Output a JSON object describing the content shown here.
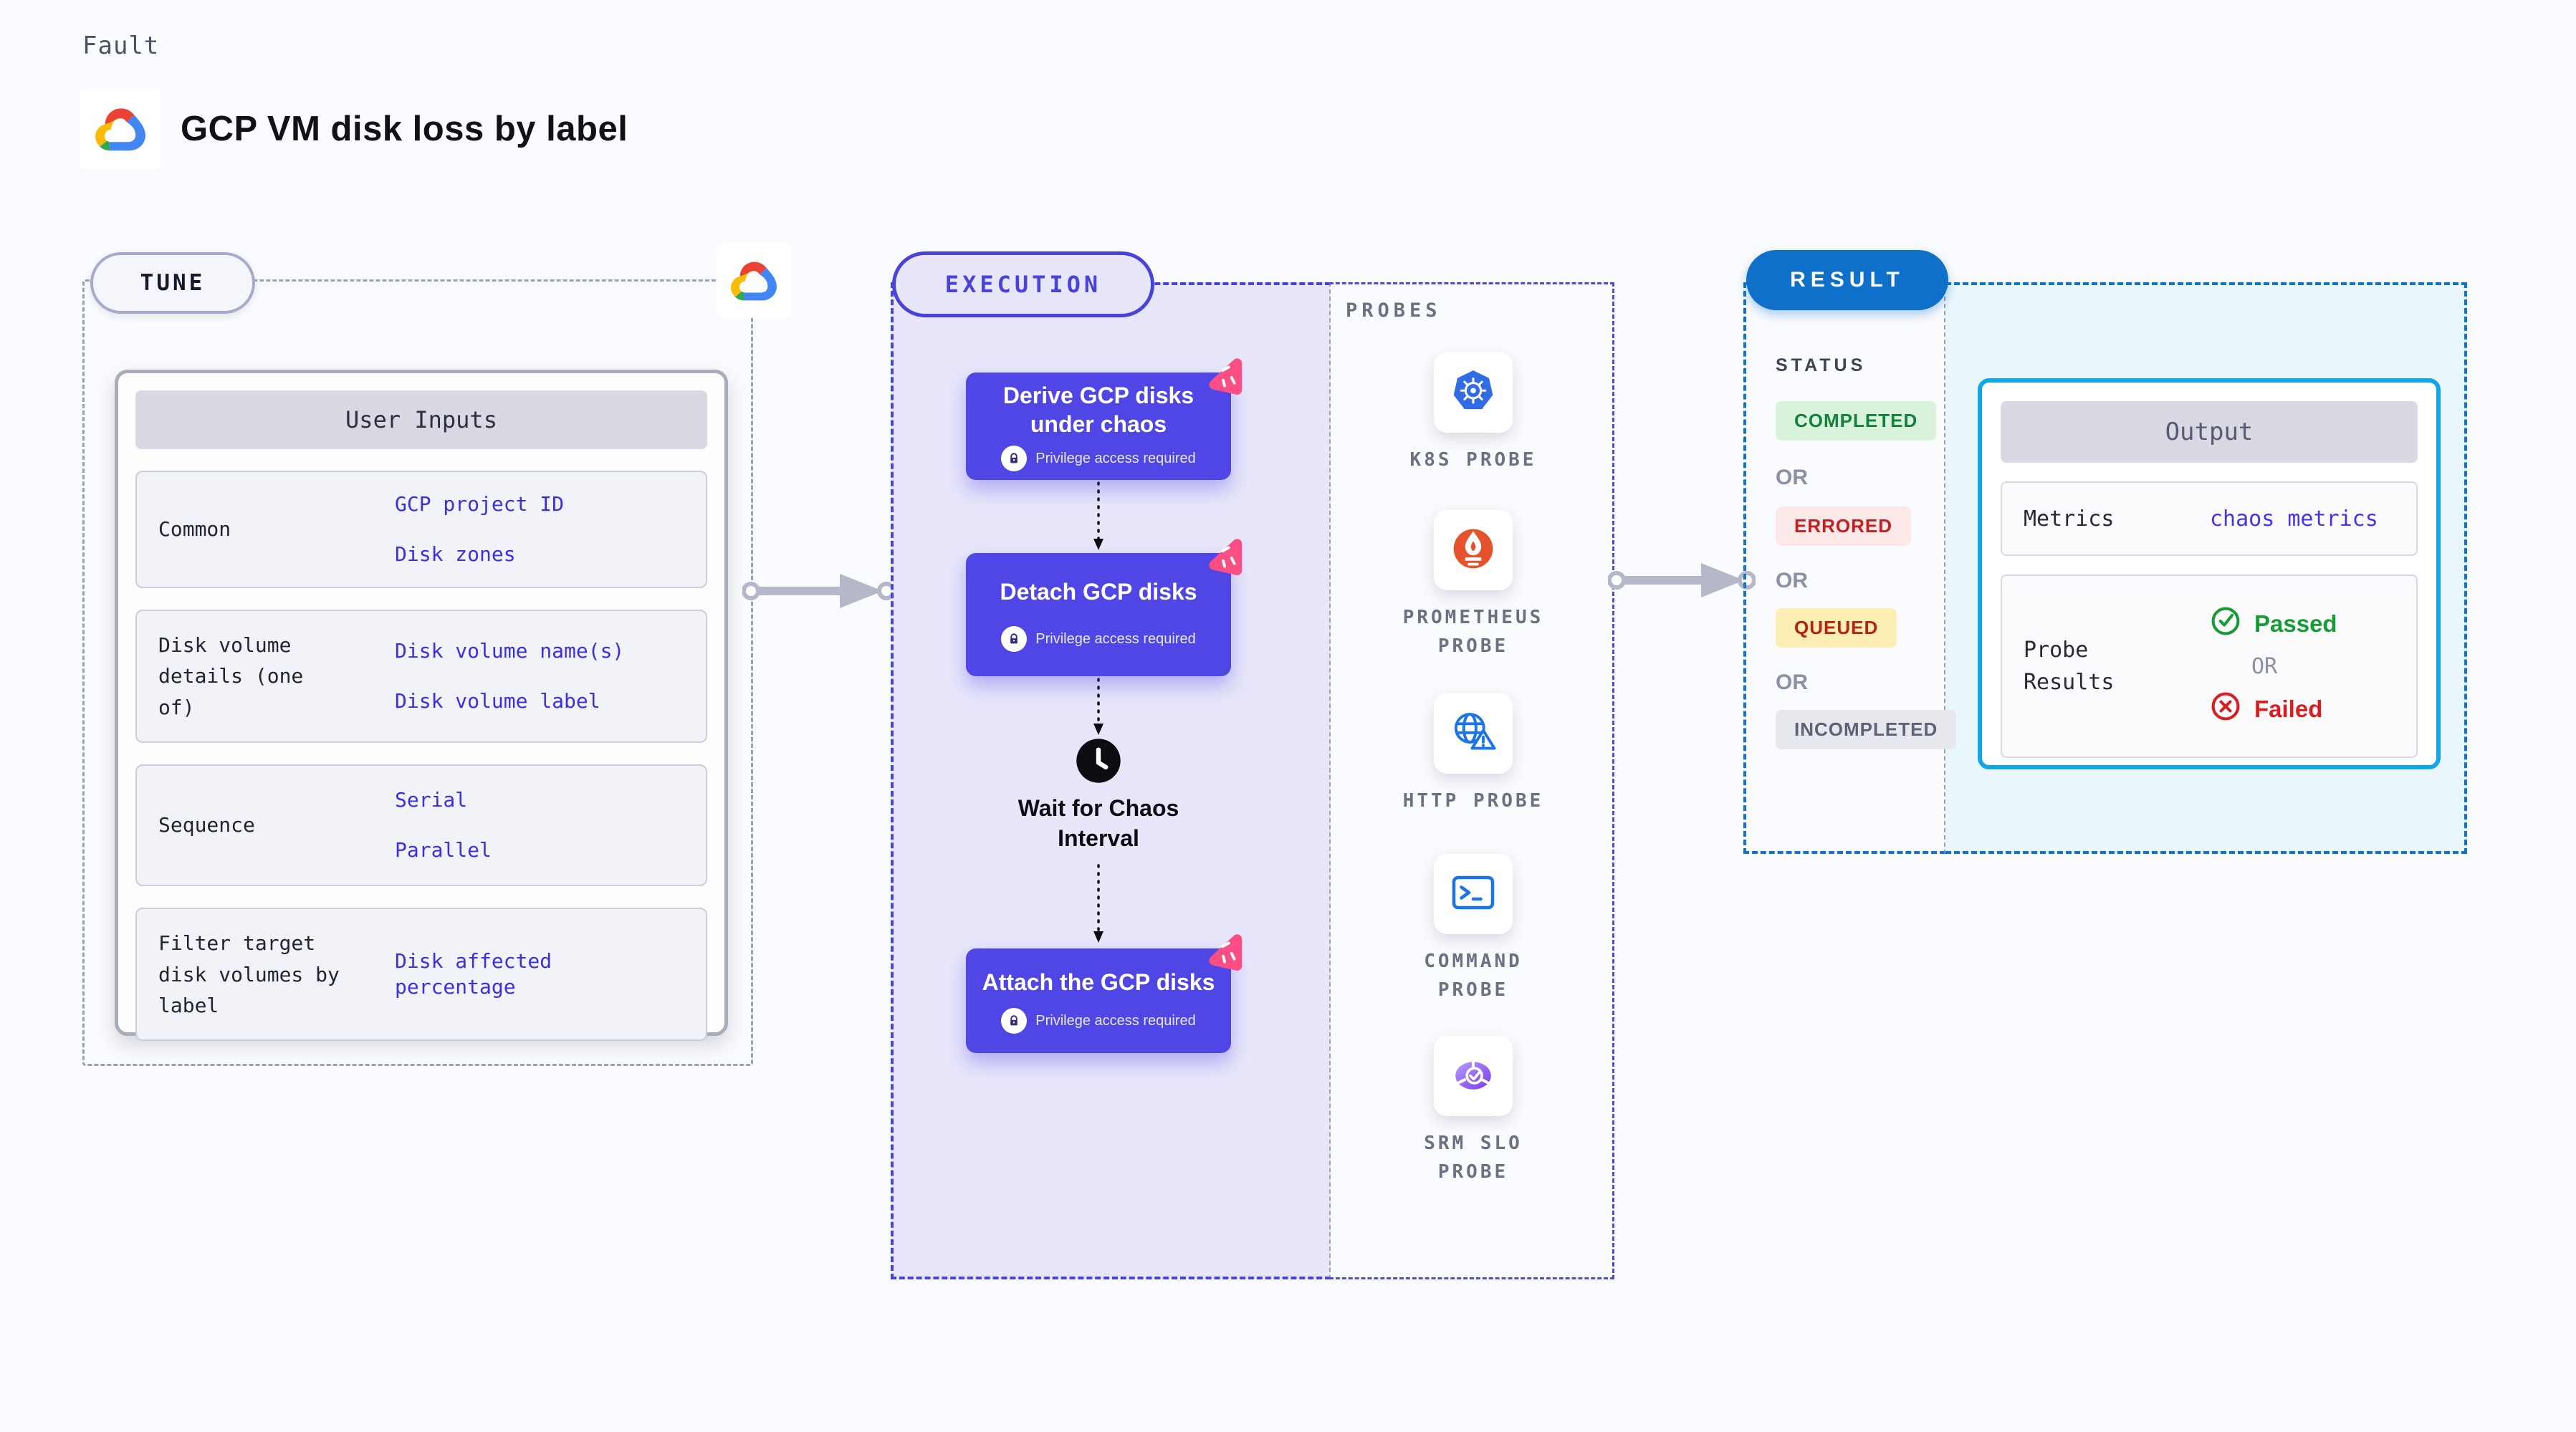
{
  "page": {
    "kind_label": "Fault",
    "title": "GCP VM disk loss by label"
  },
  "tune": {
    "badge": "TUNE",
    "table": {
      "header": "User Inputs",
      "rows": [
        {
          "label": "Common",
          "values": [
            "GCP project ID",
            "Disk zones"
          ]
        },
        {
          "label": "Disk volume details (one of)",
          "values": [
            "Disk volume name(s)",
            "Disk volume label"
          ]
        },
        {
          "label": "Sequence",
          "values": [
            "Serial",
            "Parallel"
          ]
        },
        {
          "label": "Filter target disk volumes by label",
          "values": [
            "Disk affected percentage"
          ]
        }
      ]
    }
  },
  "execution": {
    "badge": "EXECUTION",
    "privilege_label": "Privilege access required",
    "steps": [
      {
        "title": "Derive GCP disks under chaos"
      },
      {
        "title": "Detach GCP disks"
      },
      {
        "title": "Attach the GCP disks"
      }
    ],
    "wait_label": "Wait for Chaos Interval"
  },
  "probes": {
    "header": "PROBES",
    "items": [
      {
        "name": "K8S PROBE",
        "icon": "kubernetes-icon"
      },
      {
        "name": "PROMETHEUS PROBE",
        "icon": "prometheus-icon"
      },
      {
        "name": "HTTP PROBE",
        "icon": "globe-warning-icon"
      },
      {
        "name": "COMMAND PROBE",
        "icon": "terminal-icon"
      },
      {
        "name": "SRM SLO PROBE",
        "icon": "slo-donut-check-icon"
      }
    ]
  },
  "result": {
    "badge": "RESULT",
    "status_header": "STATUS",
    "or_label": "OR",
    "statuses": [
      {
        "label": "COMPLETED",
        "text_color": "#15803c",
        "bg_color": "#d9f2dc"
      },
      {
        "label": "ERRORED",
        "text_color": "#c02121",
        "bg_color": "#fce8e8"
      },
      {
        "label": "QUEUED",
        "text_color": "#b42318",
        "bg_color": "#fdeeb3"
      },
      {
        "label": "INCOMPLETED",
        "text_color": "#5d6375",
        "bg_color": "#e7e8ee"
      }
    ],
    "output": {
      "header": "Output",
      "metrics_label": "Metrics",
      "metrics_value": "chaos metrics",
      "probe_results_label": "Probe Results",
      "passed_label": "Passed",
      "or_label": "OR",
      "failed_label": "Failed"
    }
  },
  "colors": {
    "page_bg": "#fafbfe",
    "step_button": "#4f46e5",
    "execution_border": "#4a43d9",
    "execution_bg": "#e7e6fa",
    "result_blue": "#0f70c9",
    "output_border": "#13a7e1",
    "output_bg": "#e9f7fd",
    "value_text": "#3a2fe2",
    "chaos_pink": "#fb4e84",
    "kubernetes_blue": "#326ce5",
    "prometheus_orange": "#e6522c",
    "probe_icon_blue": "#1b74e8",
    "srm_purple": "#8b5cf6",
    "passed_green": "#169c34",
    "failed_red": "#d62020",
    "arrow_gray": "#b5b8c8"
  }
}
